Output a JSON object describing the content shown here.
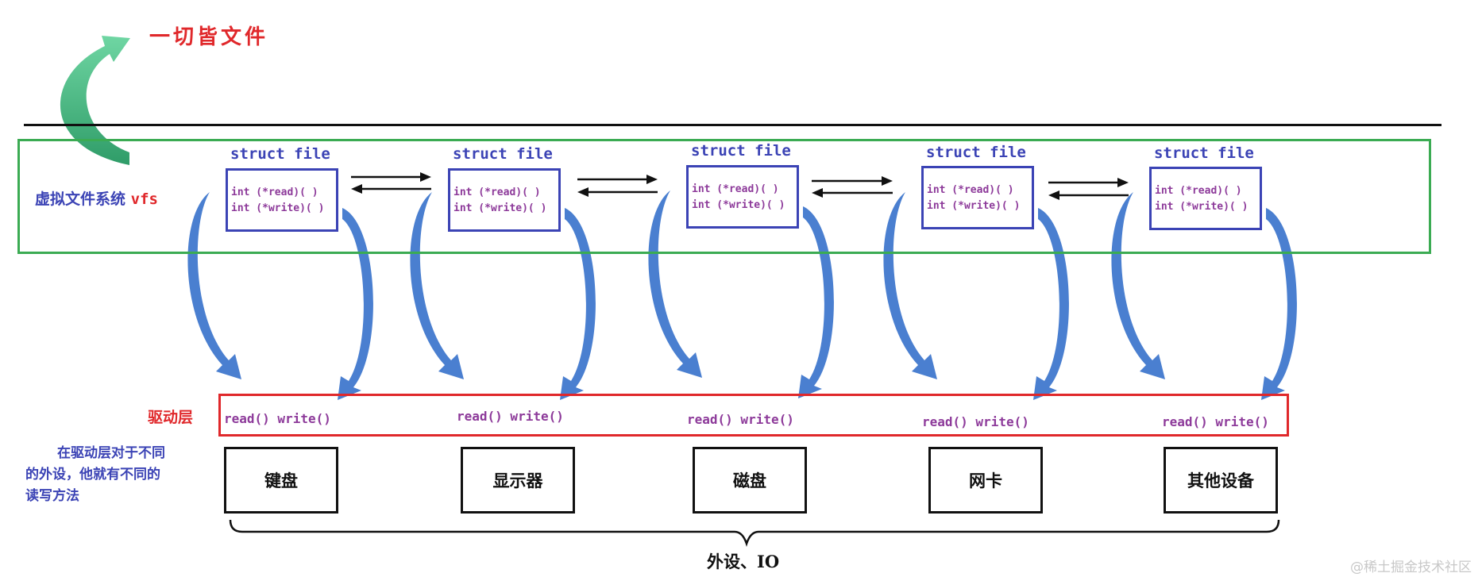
{
  "title": "一切皆文件",
  "vfs": {
    "label_prefix": "虚拟文件系统 ",
    "label_suffix": "vfs"
  },
  "struct_files": [
    {
      "title": "struct file",
      "read": "int (*read)( )",
      "write": "int (*write)( )"
    },
    {
      "title": "struct file",
      "read": "int (*read)( )",
      "write": "int (*write)( )"
    },
    {
      "title": "struct file",
      "read": "int (*read)( )",
      "write": "int (*write)( )"
    },
    {
      "title": "struct file",
      "read": "int (*read)( )",
      "write": "int (*write)( )"
    },
    {
      "title": "struct file",
      "read": "int (*read)( )",
      "write": "int (*write)( )"
    }
  ],
  "driver": {
    "label": "驱动层",
    "calls": [
      "read() write()",
      "read() write()",
      "read() write()",
      "read() write()",
      "read() write()"
    ]
  },
  "note": {
    "line1": "在驱动层对于不同",
    "line2": "的外设，他就有不同的",
    "line3": "读写方法"
  },
  "devices": [
    "键盘",
    "显示器",
    "磁盘",
    "网卡",
    "其他设备"
  ],
  "peripheral_label": "外设、IO",
  "watermark": "@稀土掘金技术社区",
  "colors": {
    "vfs_border": "#3bab53",
    "driver_border": "#e0282b",
    "struct_border": "#3b43b5",
    "code_text": "#8d3a9a",
    "arrow_fill": "#4a7fd0",
    "title_arrow": "#5cc58f"
  }
}
